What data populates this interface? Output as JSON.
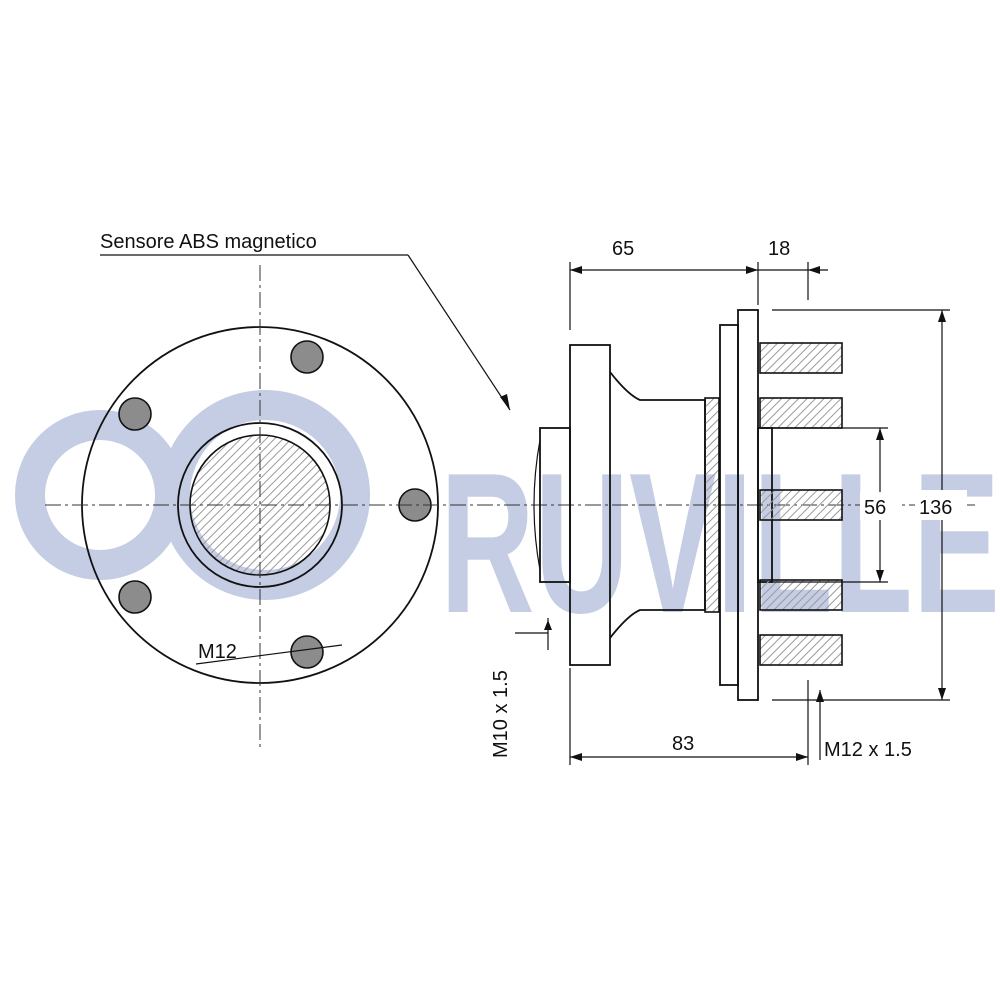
{
  "watermark": {
    "text": "RUVILLE",
    "color": "#c5cde4"
  },
  "colors": {
    "line": "#111111",
    "hatch": "#9a9a9a",
    "hole_fill": "#8c8c8c"
  },
  "labels": {
    "abs_sensor": "Sensore ABS magnetico",
    "bolt_front": "M12",
    "dim_flange_offset": "65",
    "dim_stud_protrusion": "18",
    "dim_pilot_diameter": "56",
    "dim_overall_height": "136",
    "thread_shaft": "M10 x 1.5",
    "dim_overall_length": "83",
    "thread_stud": "M12 x 1.5"
  }
}
